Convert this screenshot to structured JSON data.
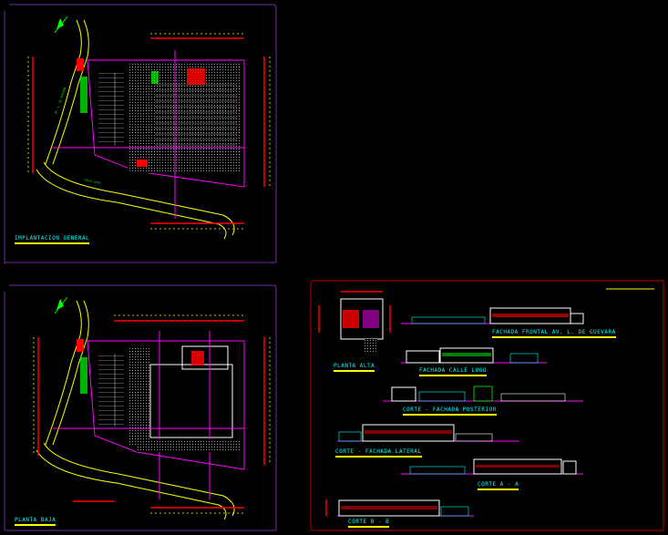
{
  "sheets": [
    {
      "id": "sheet-implantacion",
      "title": "IMPLANTACION GENERAL",
      "frame_color": "#7030a0"
    },
    {
      "id": "sheet-planta-baja",
      "title": "PLANTA BAJA",
      "frame_color": "#7030a0"
    },
    {
      "id": "sheet-elevations",
      "frame_color": "#c00000"
    }
  ],
  "drawing_labels": {
    "planta_alta": "PLANTA ALTA",
    "fachada_frontal": "FACHADA FRONTAL AV. L. DE GUEVARA",
    "fachada_calle": "FACHADA CALLE LUGO",
    "corte_posterior": "CORTE - FACHADA POSTERIOR",
    "corte_lateral": "CORTE - FACHADA LATERAL",
    "corte_a": "CORTE A - A",
    "corte_b": "CORTE B - B"
  },
  "colors": {
    "background": "#000000",
    "label_text": "#00ffff",
    "label_underline": "#ffff00",
    "road": "#ffff00",
    "dimension_red": "#ff0000",
    "axis_magenta": "#ff00ff",
    "vegetation": "#00ff00",
    "parking_grid": "#9a9a9a",
    "wall_white": "#ffffff"
  },
  "icons": [
    "north-arrow-icon"
  ]
}
